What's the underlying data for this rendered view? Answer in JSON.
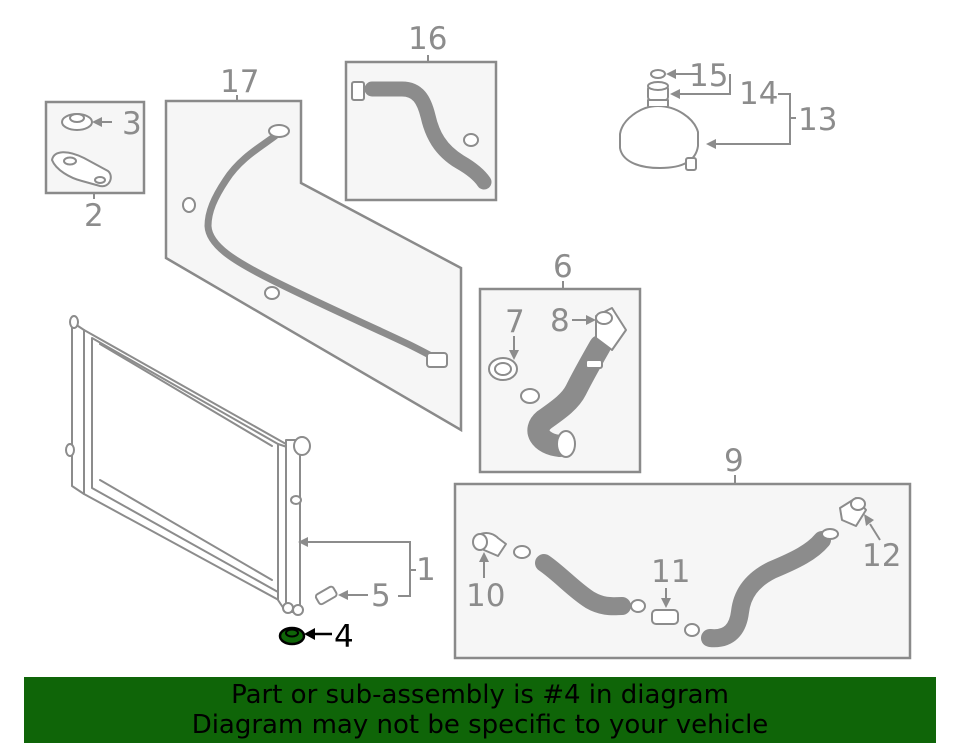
{
  "callouts": {
    "c1": "1",
    "c2": "2",
    "c3": "3",
    "c4": "4",
    "c5": "5",
    "c6": "6",
    "c7": "7",
    "c8": "8",
    "c9": "9",
    "c10": "10",
    "c11": "11",
    "c12": "12",
    "c13": "13",
    "c14": "14",
    "c15": "15",
    "c16": "16",
    "c17": "17"
  },
  "highlighted_part": "4",
  "colors": {
    "line": "#8c8c8c",
    "highlight": "#000000",
    "highlight_fill": "#0f6508",
    "banner_bg": "#0f6508",
    "banner_text": "#000000"
  },
  "banner": {
    "line1": "Part or sub-assembly is #4 in diagram",
    "line2": "Diagram may not be specific to your vehicle"
  }
}
